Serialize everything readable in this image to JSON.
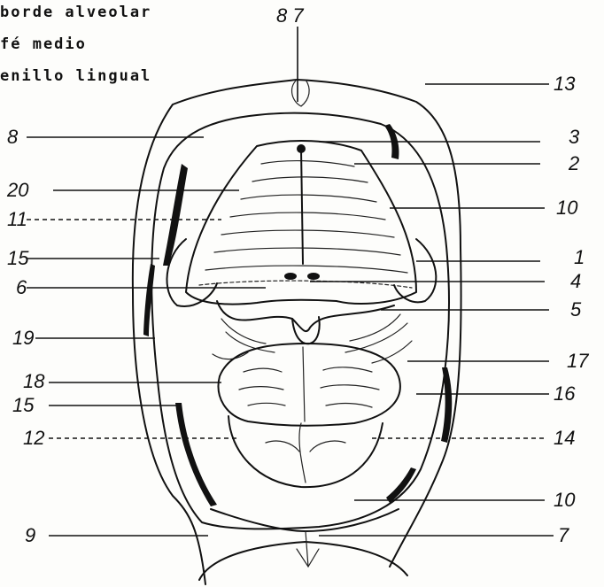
{
  "legend": [
    "borde alveolar",
    "fé medio",
    "enillo lingual"
  ],
  "labels_left": [
    "8",
    "20",
    "11",
    "15",
    "6",
    "19",
    "18",
    "15",
    "12",
    "9"
  ],
  "labels_right": [
    "13",
    "3",
    "2",
    "10",
    "1",
    "4",
    "5",
    "17",
    "16",
    "14",
    "10",
    "7"
  ],
  "label_top": "8 7"
}
